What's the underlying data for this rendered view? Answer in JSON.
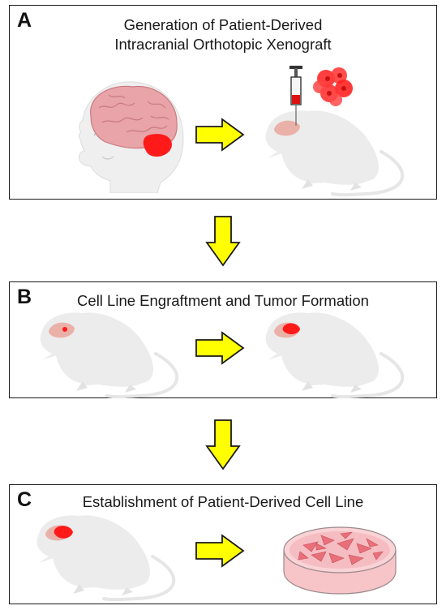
{
  "panels": [
    {
      "letter": "A",
      "title_line1": "Generation of Patient-Derived",
      "title_line2": "Intracranial Orthotopic Xenograft"
    },
    {
      "letter": "B",
      "title_line1": "Cell Line Engraftment and Tumor Formation"
    },
    {
      "letter": "C",
      "title_line1": "Establishment of Patient-Derived Cell Line"
    }
  ],
  "colors": {
    "arrow_fill": "#ffff00",
    "arrow_stroke": "#1a1a1a",
    "tumor_red": "#ff1a1a",
    "brain_pink": "#e8a4a8",
    "mouse_gray": "#ececec",
    "skull_patch": "#eab1a9",
    "dish_pink": "#f7c4c8"
  },
  "icons": [
    "child-head-brain-icon",
    "syringe-icon",
    "tumor-cells-icon",
    "mouse-icon",
    "petri-dish-icon",
    "right-arrow-icon",
    "down-arrow-icon"
  ]
}
